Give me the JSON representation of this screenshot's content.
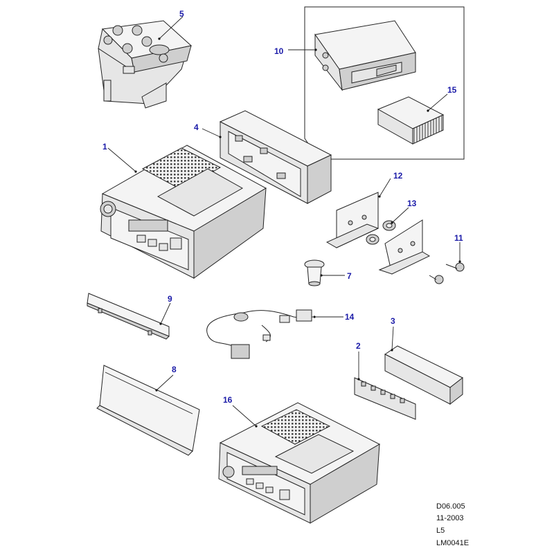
{
  "diagram": {
    "callouts": [
      "1",
      "2",
      "3",
      "4",
      "5",
      "7",
      "8",
      "9",
      "10",
      "11",
      "12",
      "13",
      "14",
      "15",
      "16"
    ],
    "footer": {
      "line1": "D06.005",
      "line2": "11-2003",
      "line3": "L5",
      "line4": "LM0041E"
    },
    "colors": {
      "callout": "#1a1aa8",
      "line": "#222222",
      "fill": "#f4f4f4"
    }
  }
}
